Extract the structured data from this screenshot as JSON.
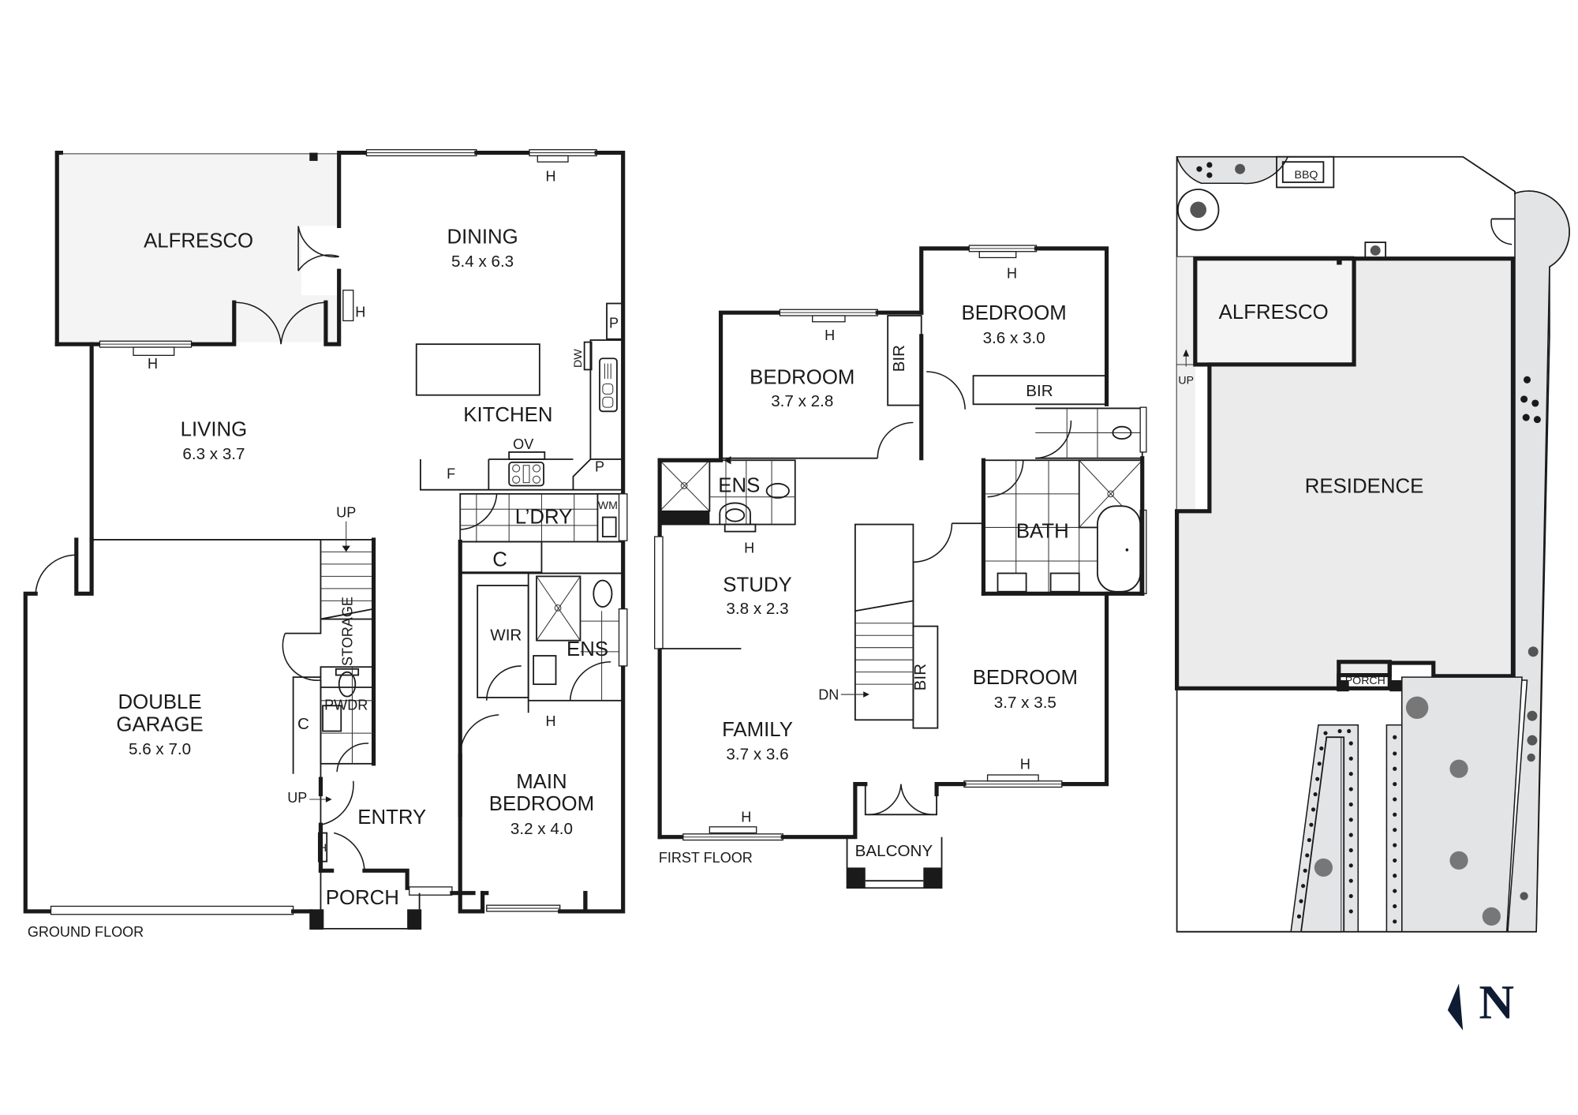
{
  "floor_labels": {
    "ground": "GROUND FLOOR",
    "first": "FIRST FLOOR"
  },
  "ground_floor": {
    "alfresco": {
      "name": "ALFRESCO"
    },
    "dining": {
      "name": "DINING",
      "dims": "5.4 x 6.3"
    },
    "living": {
      "name": "LIVING",
      "dims": "6.3 x 3.7"
    },
    "kitchen": {
      "name": "KITCHEN"
    },
    "laundry": {
      "name": "L’DRY"
    },
    "double_garage": {
      "name_line1": "DOUBLE",
      "name_line2": "GARAGE",
      "dims": "5.6 x 7.0"
    },
    "main_bedroom": {
      "name_line1": "MAIN",
      "name_line2": "BEDROOM",
      "dims": "3.2 x 4.0"
    },
    "entry": {
      "name": "ENTRY"
    },
    "porch": {
      "name": "PORCH"
    },
    "wir": {
      "name": "WIR"
    },
    "ensuite": {
      "name": "ENS"
    },
    "storage": {
      "name": "STORAGE"
    },
    "powder": {
      "name": "PWDR"
    },
    "fixtures": {
      "heater": "H",
      "pantry": "P",
      "dishwasher": "DW",
      "oven": "OV",
      "fridge": "F",
      "washing_machine": "WM",
      "cupboard": "C",
      "stairs_up": "UP"
    }
  },
  "first_floor": {
    "bedroom_2": {
      "name": "BEDROOM",
      "dims": "3.7 x 2.8"
    },
    "bedroom_3": {
      "name": "BEDROOM",
      "dims": "3.6 x 3.0"
    },
    "bedroom_4": {
      "name": "BEDROOM",
      "dims": "3.7 x 3.5"
    },
    "ensuite": {
      "name": "ENS"
    },
    "study": {
      "name": "STUDY",
      "dims": "3.8 x 2.3"
    },
    "family": {
      "name": "FAMILY",
      "dims": "3.7 x 3.6"
    },
    "bath": {
      "name": "BATH"
    },
    "balcony": {
      "name": "BALCONY"
    },
    "fixtures": {
      "heater": "H",
      "bir": "BIR",
      "stairs_down": "DN"
    }
  },
  "site_plan": {
    "alfresco": {
      "name": "ALFRESCO"
    },
    "residence": {
      "name": "RESIDENCE"
    },
    "porch": {
      "name": "PORCH"
    },
    "bbq": {
      "name": "BBQ"
    },
    "stairs_up": "UP"
  },
  "compass": {
    "label": "N"
  },
  "colors": {
    "wall": "#1a1a1a",
    "outdoor_fill": "#f4f4f4",
    "residence_fill": "#ebebeb",
    "garden_fill": "#e3e4e6",
    "compass": "#0f1b33"
  }
}
